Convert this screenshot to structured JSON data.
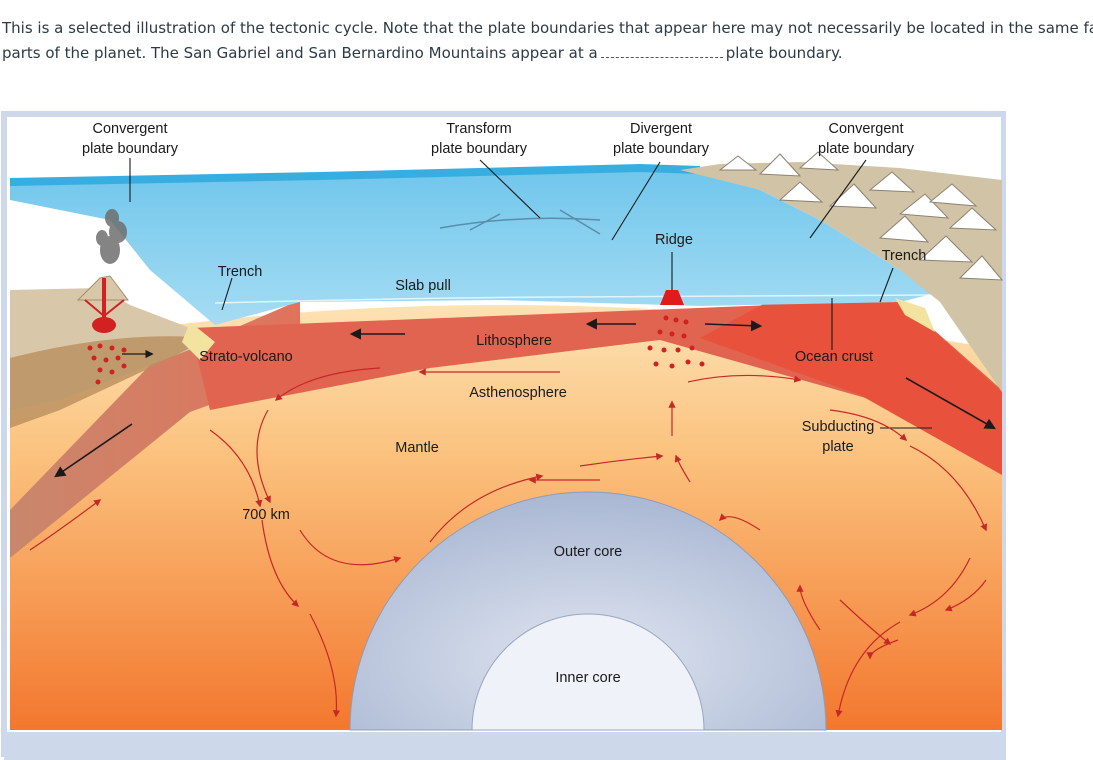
{
  "question": {
    "line1": "This is a selected illustration of the tectonic cycle.  Note that the plate boundaries that appear here may not necessarily be located in the same fashion in oth",
    "line2_pre": "parts of the planet.  The San Gabriel and San Bernardino Mountains appear at a",
    "line2_post": "plate boundary."
  },
  "diagram": {
    "labels": {
      "convergent_left_1": "Convergent",
      "convergent_left_2": "plate boundary",
      "transform_1": "Transform",
      "transform_2": "plate boundary",
      "divergent_1": "Divergent",
      "divergent_2": "plate boundary",
      "convergent_right_1": "Convergent",
      "convergent_right_2": "plate boundary",
      "ridge": "Ridge",
      "trench_left": "Trench",
      "trench_right": "Trench",
      "slab_pull": "Slab pull",
      "strato_volcano": "Strato-volcano",
      "lithosphere": "Lithosphere",
      "ocean_crust": "Ocean crust",
      "asthenosphere": "Asthenosphere",
      "subducting_1": "Subducting",
      "subducting_2": "plate",
      "mantle": "Mantle",
      "depth_700": "700 km",
      "outer_core": "Outer core",
      "inner_core": "Inner core"
    },
    "colors": {
      "ocean": "#8fd3ef",
      "ocean_surface": "#4fbbe6",
      "lithosphere": "#e8705a",
      "mantle_top": "#fcd9a8",
      "mantle_bottom": "#f3772e",
      "outer_core": "#b7c4dd",
      "inner_core": "#eef1f7",
      "land": "#cfc3a8",
      "arrows": "#c62828"
    }
  }
}
